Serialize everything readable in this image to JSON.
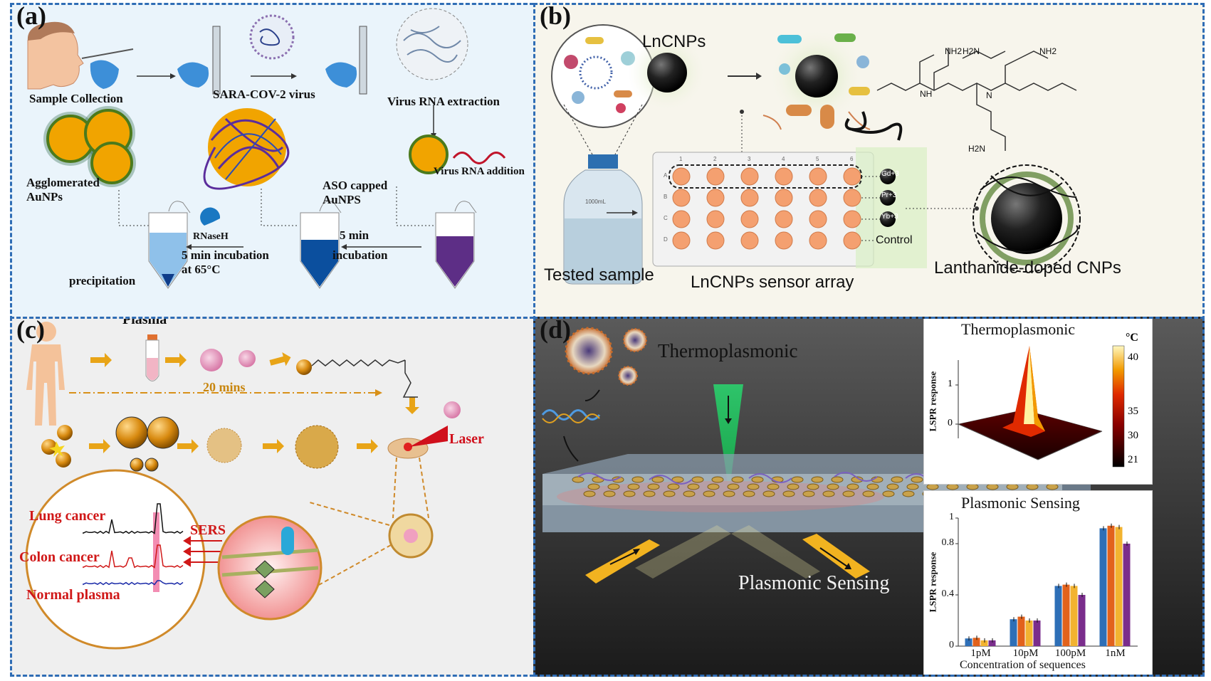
{
  "panel_a": {
    "label": "(a)",
    "sample_collection": "Sample Collection",
    "virus": "SARA-COV-2 virus",
    "rna_extraction": "Virus RNA extraction",
    "agglomerated_line1": "Agglomerated",
    "agglomerated_line2": "AuNPs",
    "aso_line1": "ASO capped",
    "aso_line2": "AuNPS",
    "rna_addition": "Virus RNA addition",
    "rnaseh": "RNaseH",
    "incubation_65_line1": "5 min incubation",
    "incubation_65_line2": "at 65°C",
    "five_min": "5 min",
    "incubation": "incubation",
    "precipitation": "precipitation"
  },
  "panel_b": {
    "label": "(b)",
    "lncnps": "LnCNPs",
    "tested_sample": "Tested sample",
    "sensor_array": "LnCNPs sensor array",
    "doped": "Lanthanide-doped CNPs",
    "columns": [
      "1",
      "2",
      "3",
      "4",
      "5",
      "6"
    ],
    "rows": [
      "A",
      "B",
      "C",
      "D"
    ],
    "markers": [
      "Gd+3",
      "Pr+3",
      "Yb+3"
    ],
    "control": "Control",
    "bottle_label": "1000mL",
    "nh2": "NH2",
    "h2n": "H2N",
    "nh": "NH",
    "n": "N"
  },
  "panel_c": {
    "label": "(c)",
    "plasma": "Plasma",
    "time": "20 mins",
    "laser": "Laser",
    "sers": "SERS",
    "lung": "Lung cancer",
    "colon": "Colon cancer",
    "normal": "Normal plasma"
  },
  "panel_d": {
    "label": "(d)",
    "thermoplasmonic": "Thermoplasmonic",
    "plasmonic_sensing": "Plasmonic Sensing",
    "inset_top": {
      "title": "Thermoplasmonic",
      "ylabel": "LSPR response",
      "yticks": [
        "1",
        "0"
      ],
      "colorbar_unit": "°C",
      "colorbar_ticks": [
        "40",
        "35",
        "30",
        "21"
      ]
    }
  },
  "chart_data": {
    "type": "bar",
    "title": "Plasmonic Sensing",
    "xlabel": "Concentration of sequences",
    "ylabel": "LSPR response",
    "ylim": [
      0,
      1
    ],
    "yticks": [
      "0",
      "0.4",
      "0.8",
      "1"
    ],
    "categories": [
      "1pM",
      "10pM",
      "100pM",
      "1nM"
    ],
    "series": [
      {
        "values": [
          0.06,
          0.21,
          0.47,
          0.92
        ],
        "color": "#2e6fb7"
      },
      {
        "values": [
          0.065,
          0.23,
          0.48,
          0.94
        ],
        "color": "#e2621c"
      },
      {
        "values": [
          0.045,
          0.2,
          0.47,
          0.93
        ],
        "color": "#f2b330"
      },
      {
        "values": [
          0.045,
          0.2,
          0.4,
          0.8
        ],
        "color": "#7a2d8c"
      }
    ]
  }
}
